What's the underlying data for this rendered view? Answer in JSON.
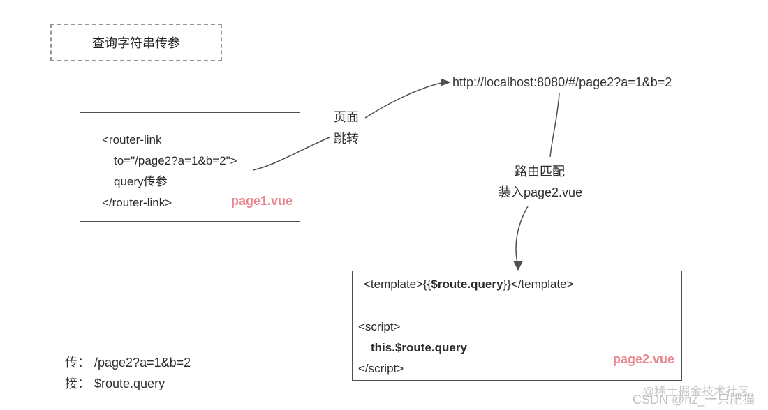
{
  "title_box": {
    "label": "查询字符串传参"
  },
  "page1_box": {
    "lines": {
      "open": "<router-link",
      "to_attr": "to=\"/page2?a=1&b=2\">",
      "slot": "query传参",
      "close": "</router-link>"
    },
    "file_label": "page1.vue"
  },
  "jump_label": {
    "line1": "页面",
    "line2": "跳转"
  },
  "url_text": "http://localhost:8080/#/page2?a=1&b=2",
  "route_match_label": {
    "line1": "路由匹配",
    "line2": "装入page2.vue"
  },
  "page2_box": {
    "template_prefix": "<template>{{",
    "template_bold": "$route.query",
    "template_suffix": "}}</template>",
    "script_open": "<script>",
    "script_body": "this.$route.query",
    "script_close": "</script>",
    "file_label": "page2.vue"
  },
  "summary": {
    "send_label": "传：",
    "send_value": "/page2?a=1&b=2",
    "receive_label": "接：",
    "receive_value": "$route.query"
  },
  "watermarks": {
    "juejin": "@稀土掘金技术社区",
    "csdn": "CSDN @nz_一只肥猫"
  },
  "colors": {
    "accent_pink": "#e8868e",
    "line_stroke": "#4f4f4f",
    "watermark_gray": "#c6c6c6"
  }
}
